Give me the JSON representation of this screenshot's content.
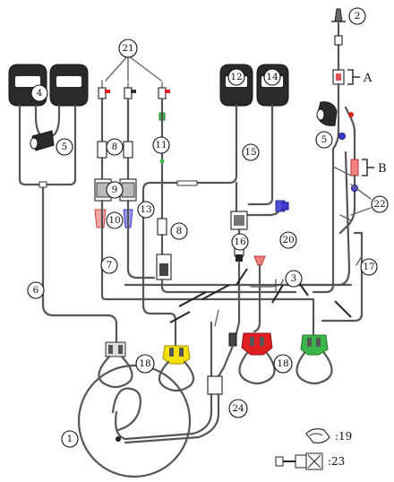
{
  "labels": {
    "n1": "1",
    "n2": "2",
    "n3": "3",
    "n4": "4",
    "n5a": "5",
    "n5b": "5",
    "n6": "6",
    "n7": "7",
    "n8a": "8",
    "n8b": "8",
    "n9": "9",
    "n10": "10",
    "n11": "11",
    "n12": "12",
    "n13": "13",
    "n14": "14",
    "n15": "15",
    "n16": "16",
    "n17": "17",
    "n18a": "18",
    "n18b": "18",
    "n20": "20",
    "n21": "21",
    "n22": "22",
    "n24": "24",
    "letterA": "A",
    "letterB": "B"
  },
  "legend": {
    "item19": ":19",
    "item23": ":23"
  },
  "colors": {
    "tube": "#555555",
    "clamp_red": "#e02020",
    "clamp_yellow": "#f5e000",
    "clamp_green": "#39b54a",
    "connector_blue": "#3a3ad0",
    "connector_pink": "#f08080",
    "bag_dark": "#2a2a2a"
  }
}
